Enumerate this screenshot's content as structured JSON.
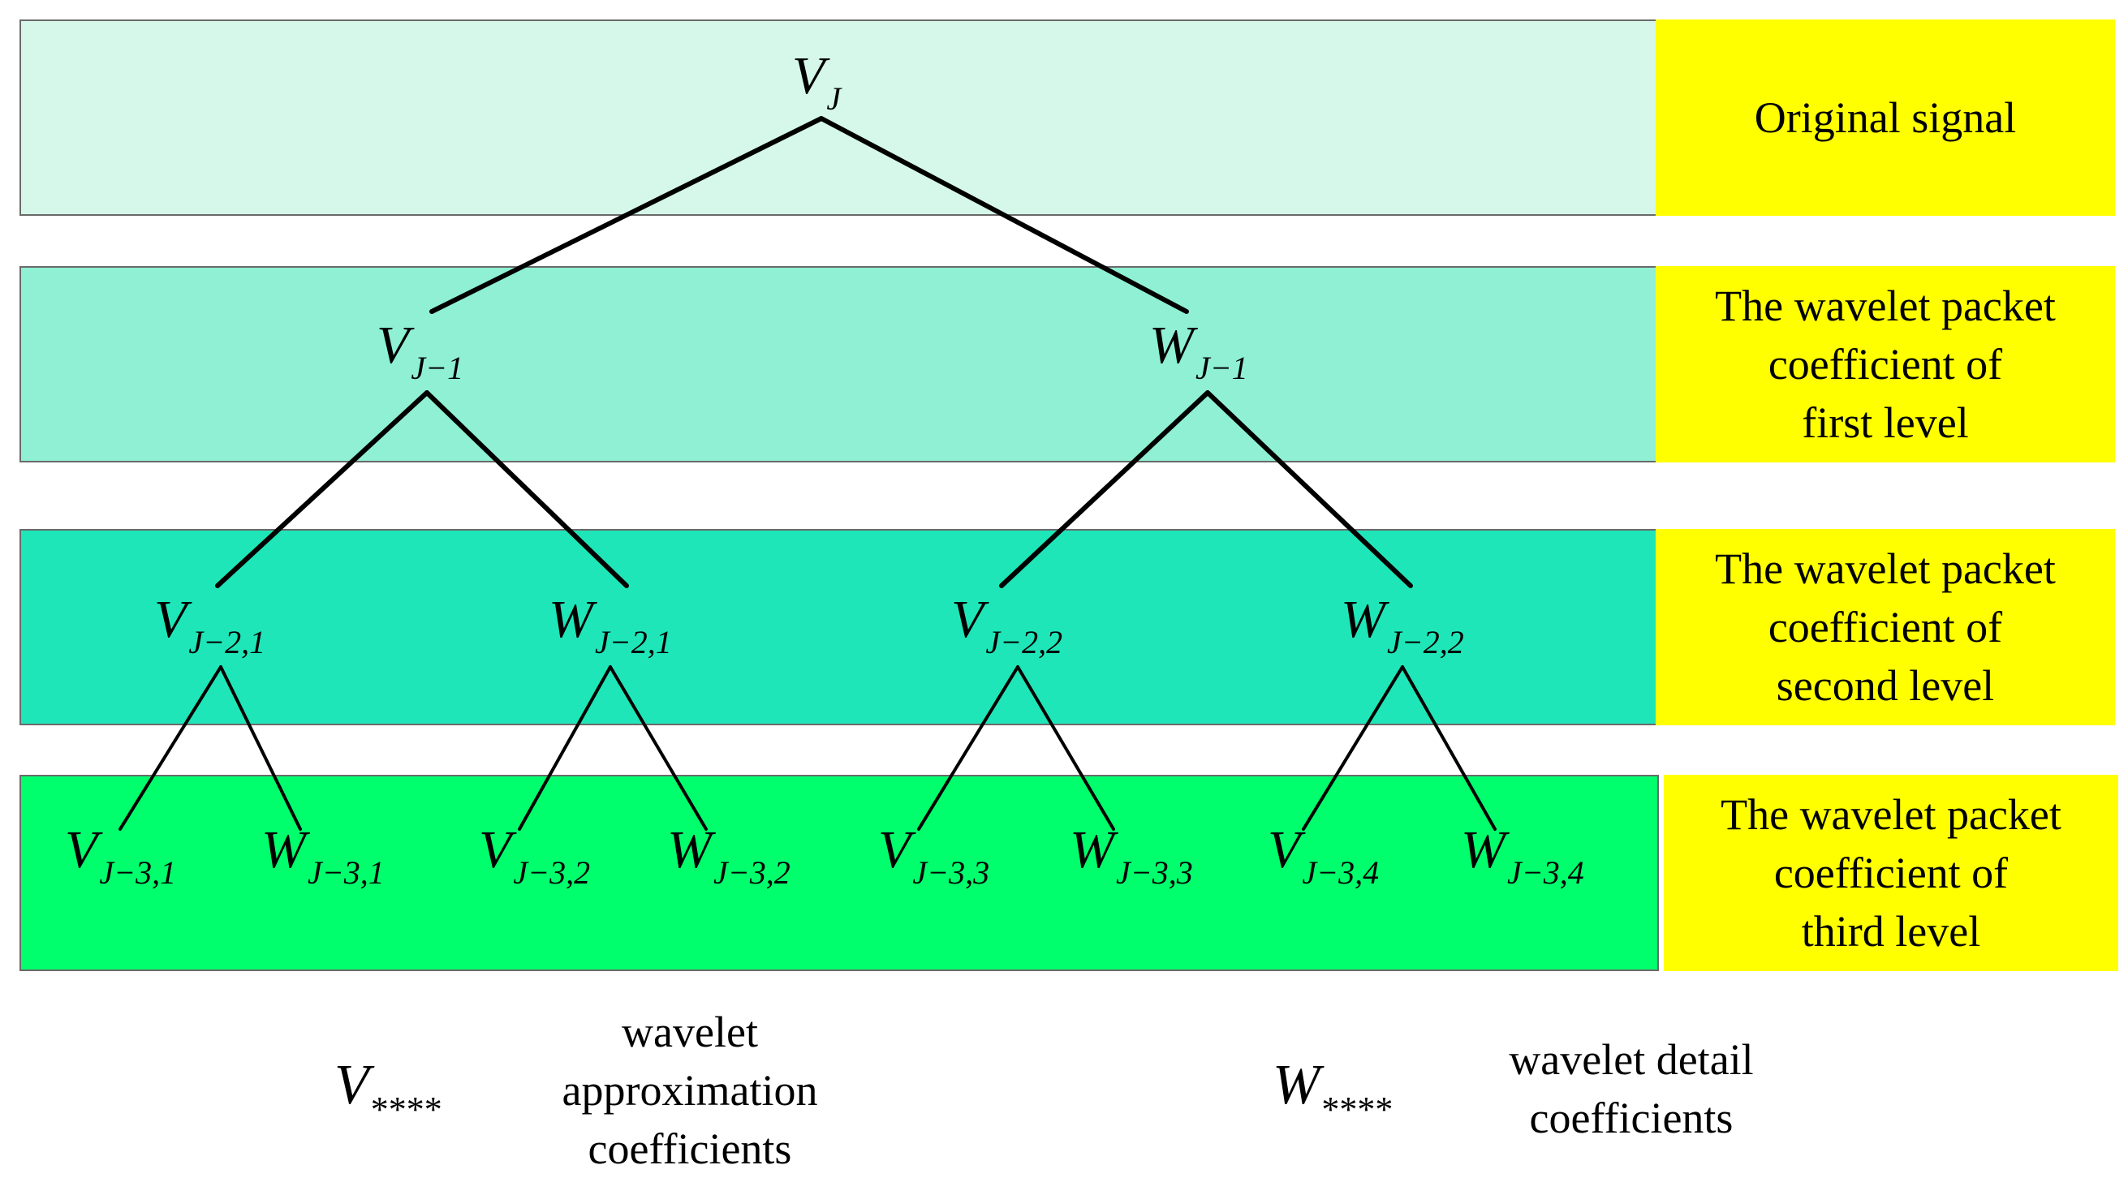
{
  "band_colors": [
    "#d5f8ea",
    "#8ff0d3",
    "#1ee6b8",
    "#00ff6c"
  ],
  "label_color": "#ffff00",
  "levels": [
    {
      "label": "Original signal"
    },
    {
      "label": "The wavelet packet\ncoefficient of\nfirst level"
    },
    {
      "label": "The wavelet packet\ncoefficient of\nsecond level"
    },
    {
      "label": "The wavelet packet\ncoefficient of\nthird level"
    }
  ],
  "nodes": {
    "root": {
      "main": "V",
      "sub": "J"
    },
    "v1": {
      "main": "V",
      "sub": "J−1"
    },
    "w1": {
      "main": "W",
      "sub": "J−1"
    },
    "v21": {
      "main": "V",
      "sub": "J−2,1"
    },
    "w21": {
      "main": "W",
      "sub": "J−2,1"
    },
    "v22": {
      "main": "V",
      "sub": "J−2,2"
    },
    "w22": {
      "main": "W",
      "sub": "J−2,2"
    },
    "v31": {
      "main": "V",
      "sub": "J−3,1"
    },
    "w31": {
      "main": "W",
      "sub": "J−3,1"
    },
    "v32": {
      "main": "V",
      "sub": "J−3,2"
    },
    "w32": {
      "main": "W",
      "sub": "J−3,2"
    },
    "v33": {
      "main": "V",
      "sub": "J−3,3"
    },
    "w33": {
      "main": "W",
      "sub": "J−3,3"
    },
    "v34": {
      "main": "V",
      "sub": "J−3,4"
    },
    "w34": {
      "main": "W",
      "sub": "J−3,4"
    }
  },
  "legend": {
    "approx_symbol": {
      "main": "V",
      "sub": "****"
    },
    "approx_text": "wavelet\napproximation\ncoefficients",
    "detail_symbol": {
      "main": "W",
      "sub": "****"
    },
    "detail_text": "wavelet detail\ncoefficients"
  }
}
